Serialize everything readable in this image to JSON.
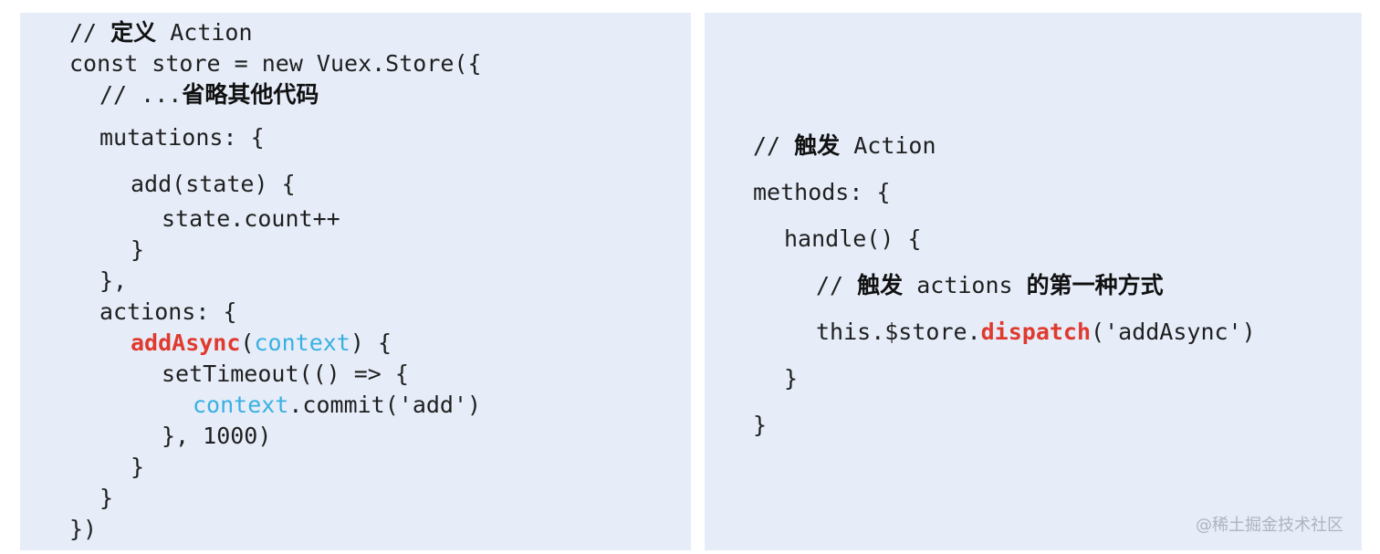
{
  "left": {
    "l1": {
      "c": "// ",
      "cn": "定义",
      "t": " Action"
    },
    "l2": "const store = new Vuex.Store({",
    "l3": {
      "c": "// ...",
      "cn": "省略其他代码"
    },
    "l4": "mutations: {",
    "l5": "add(state) {",
    "l6": "state.count++",
    "l7": "}",
    "l8": "},",
    "l9": "actions: {",
    "l10": {
      "name": "addAsync",
      "open": "(",
      "ctx": "context",
      "close": ") {"
    },
    "l11": "setTimeout(() => {",
    "l12": {
      "ctx": "context",
      "rest": ".commit('add')"
    },
    "l13": "}, 1000)",
    "l14": "}",
    "l15": "}",
    "l16": "})"
  },
  "right": {
    "r1": {
      "c": "// ",
      "cn": "触发",
      "t": " Action"
    },
    "r2": "methods: {",
    "r3": "handle() {",
    "r4": {
      "c": "// ",
      "cn1": "触发",
      "t": " actions ",
      "cn2": "的第一种方式"
    },
    "r5": {
      "pre": "this.$store.",
      "fn": "dispatch",
      "post": "('addAsync')"
    },
    "r6": "}",
    "r7": "}"
  },
  "watermark": "@稀土掘金技术社区",
  "colors": {
    "panel_bg": "#e6edf9",
    "keyword_red": "#e03a2e",
    "context_blue": "#3ab0e2"
  }
}
